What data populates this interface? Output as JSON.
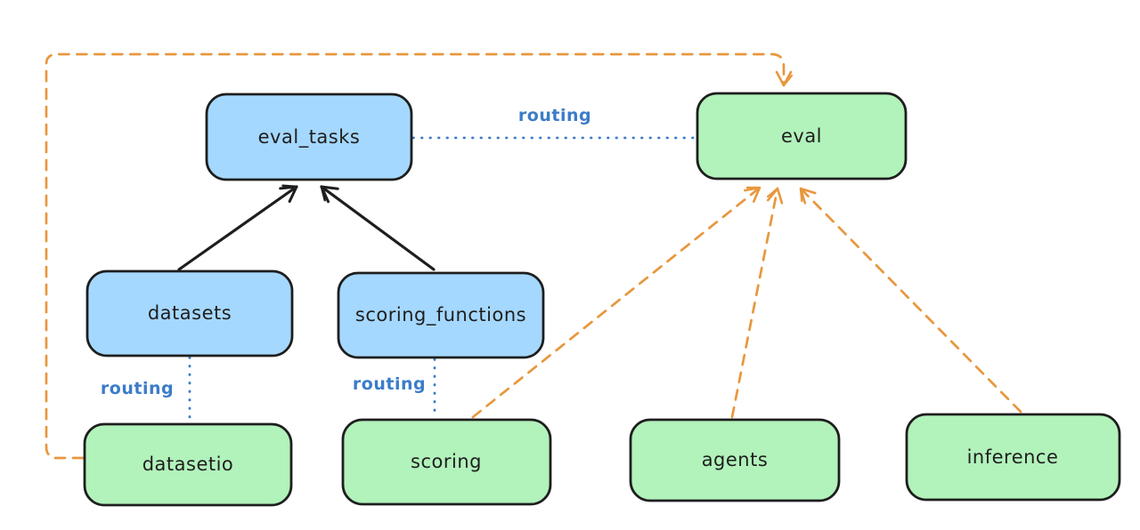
{
  "diagram": {
    "type": "architecture-diagram",
    "background": "#ffffff",
    "colors": {
      "node_stroke": "#1e1e1e",
      "blue_fill": "#a5d8ff",
      "green_fill": "#b2f2bb",
      "black_edge": "#1e1e1e",
      "orange_edge": "#e8973d",
      "blue_edge": "#3b7cc9",
      "label_text": "#1e1e1e"
    },
    "nodes": [
      {
        "id": "eval_tasks",
        "label": "eval_tasks",
        "fill": "#a5d8ff"
      },
      {
        "id": "eval",
        "label": "eval",
        "fill": "#b2f2bb"
      },
      {
        "id": "datasets",
        "label": "datasets",
        "fill": "#a5d8ff"
      },
      {
        "id": "scoring_functions",
        "label": "scoring_functions",
        "fill": "#a5d8ff"
      },
      {
        "id": "datasetio",
        "label": "datasetio",
        "fill": "#b2f2bb"
      },
      {
        "id": "scoring",
        "label": "scoring",
        "fill": "#b2f2bb"
      },
      {
        "id": "agents",
        "label": "agents",
        "fill": "#b2f2bb"
      },
      {
        "id": "inference",
        "label": "inference",
        "fill": "#b2f2bb"
      }
    ],
    "edges": [
      {
        "from": "datasets",
        "to": "eval_tasks",
        "style": "solid-black-arrow"
      },
      {
        "from": "scoring_functions",
        "to": "eval_tasks",
        "style": "solid-black-arrow"
      },
      {
        "from": "eval_tasks",
        "to": "eval",
        "style": "dotted-blue",
        "label": "routing"
      },
      {
        "from": "datasets",
        "to": "datasetio",
        "style": "dotted-blue",
        "label": "routing"
      },
      {
        "from": "scoring_functions",
        "to": "scoring",
        "style": "dotted-blue",
        "label": "routing"
      },
      {
        "from": "datasetio",
        "to": "eval",
        "style": "dashed-orange-arrow"
      },
      {
        "from": "scoring",
        "to": "eval",
        "style": "dashed-orange-arrow"
      },
      {
        "from": "agents",
        "to": "eval",
        "style": "dashed-orange-arrow"
      },
      {
        "from": "inference",
        "to": "eval",
        "style": "dashed-orange-arrow"
      }
    ],
    "edge_labels": {
      "routing_top": "routing",
      "routing_left": "routing",
      "routing_mid": "routing"
    }
  }
}
